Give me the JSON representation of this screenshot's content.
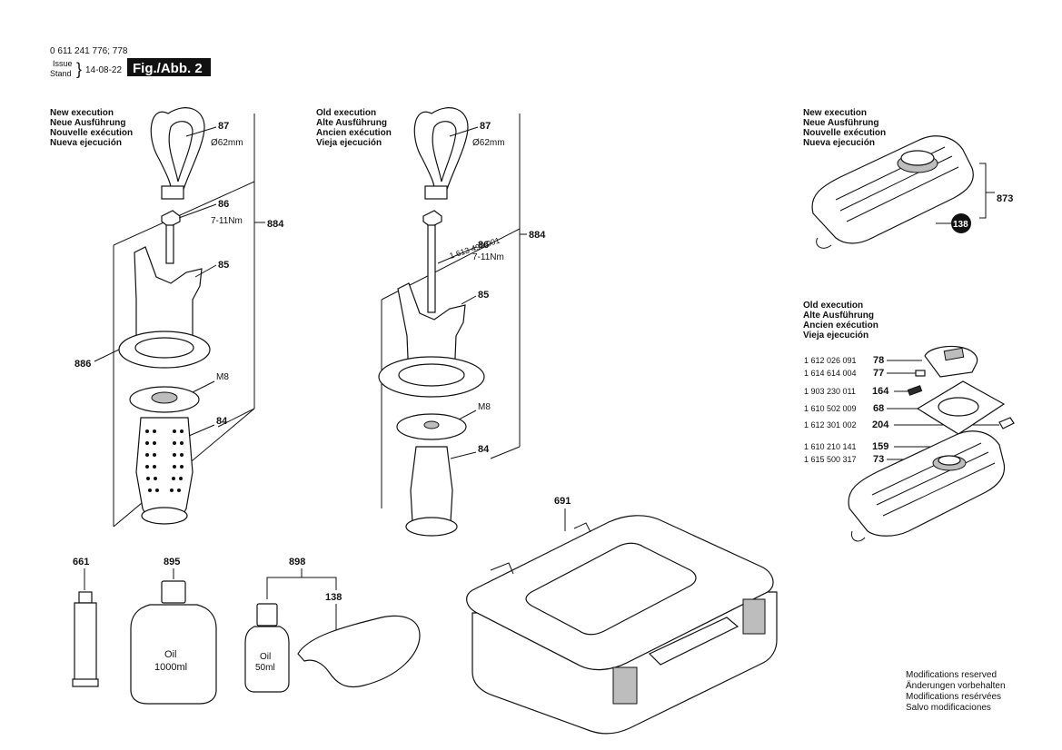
{
  "header": {
    "doc_number": "0 611 241 776; 778",
    "issue_label": "Issue",
    "stand_label": "Stand",
    "date": "14-08-22",
    "fig_label": "Fig./Abb. 2"
  },
  "groups": {
    "new_left": [
      "New execution",
      "Neue Ausführung",
      "Nouvelle exécution",
      "Nueva ejecución"
    ],
    "old_mid": [
      "Old execution",
      "Alte Ausführung",
      "Ancien exécution",
      "Vieja ejecución"
    ],
    "new_right": [
      "New execution",
      "Neue Ausführung",
      "Nouvelle exécution",
      "Nueva ejecución"
    ],
    "old_right": [
      "Old execution",
      "Alte Ausführung",
      "Ancien exécution",
      "Vieja ejecución"
    ]
  },
  "labels": {
    "p87": "87",
    "d62": "Ø62mm",
    "p86": "86",
    "torque": "7-11Nm",
    "p884": "884",
    "p85": "85",
    "p886": "886",
    "m8": "M8",
    "p84": "84",
    "mid_part_no": "1 613 490 001",
    "p873": "873",
    "p138_badge": "138",
    "p661": "661",
    "p895": "895",
    "p898": "898",
    "p138": "138",
    "p691": "691",
    "oil_big_1": "Oil",
    "oil_big_2": "1000ml",
    "oil_small_1": "Oil",
    "oil_small_2": "50ml"
  },
  "old_parts_list": [
    {
      "number": "1 612 026 091",
      "pos": "78"
    },
    {
      "number": "1 614 614 004",
      "pos": "77"
    },
    {
      "number": "1 903 230 011",
      "pos": "164"
    },
    {
      "number": "1 610 502 009",
      "pos": "68"
    },
    {
      "number": "1 612 301 002",
      "pos": "204"
    },
    {
      "number": "1 610 210 141",
      "pos": "159"
    },
    {
      "number": "1 615 500 317",
      "pos": "73"
    }
  ],
  "footer": [
    "Modifications reserved",
    "Änderungen vorbehalten",
    "Modifications resérvées",
    "Salvo modificaciones"
  ]
}
